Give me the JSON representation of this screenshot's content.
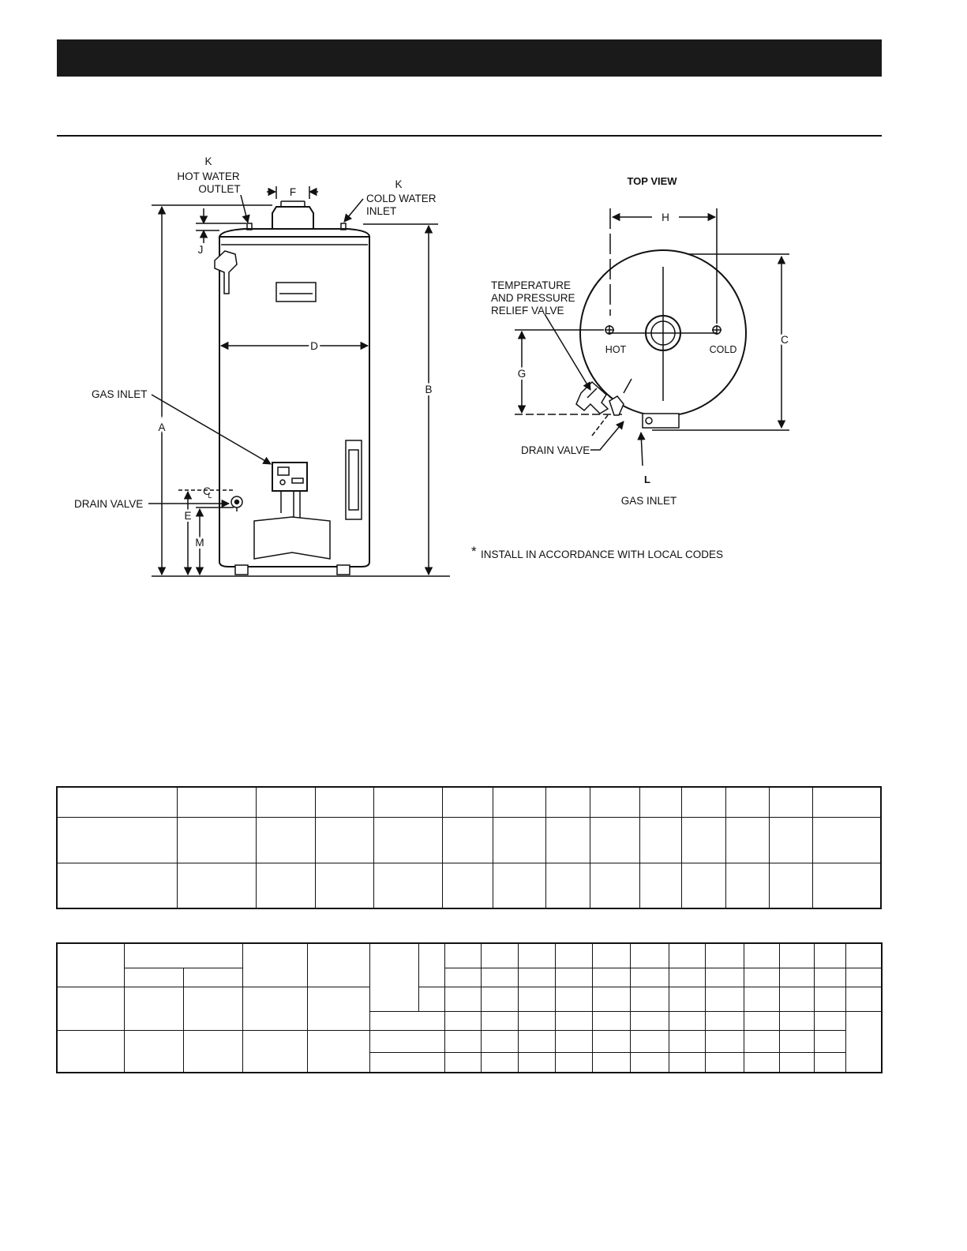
{
  "side_view": {
    "label_k_hot": "K",
    "hot_water_outlet": [
      "HOT WATER",
      "OUTLET"
    ],
    "label_k_cold": "K",
    "cold_water_inlet": [
      "COLD WATER",
      "INLET"
    ],
    "dim_f": "F",
    "dim_j": "J",
    "dim_d": "D",
    "dim_a": "A",
    "dim_b": "B",
    "dim_e": "E",
    "dim_m": "M",
    "centerline": "C",
    "centerline_sub": "L",
    "gas_inlet": "GAS INLET",
    "drain_valve": "DRAIN VALVE"
  },
  "top_view": {
    "title": "TOP VIEW",
    "dim_h": "H",
    "dim_c": "C",
    "dim_g": "G",
    "dim_l": "L",
    "tp_valve": [
      "TEMPERATURE",
      "AND PRESSURE",
      "RELIEF VALVE"
    ],
    "hot": "HOT",
    "cold": "COLD",
    "drain_valve": "DRAIN VALVE",
    "gas_inlet": "GAS INLET",
    "note_star": "*",
    "note": "INSTALL IN ACCORDANCE WITH LOCAL CODES"
  }
}
